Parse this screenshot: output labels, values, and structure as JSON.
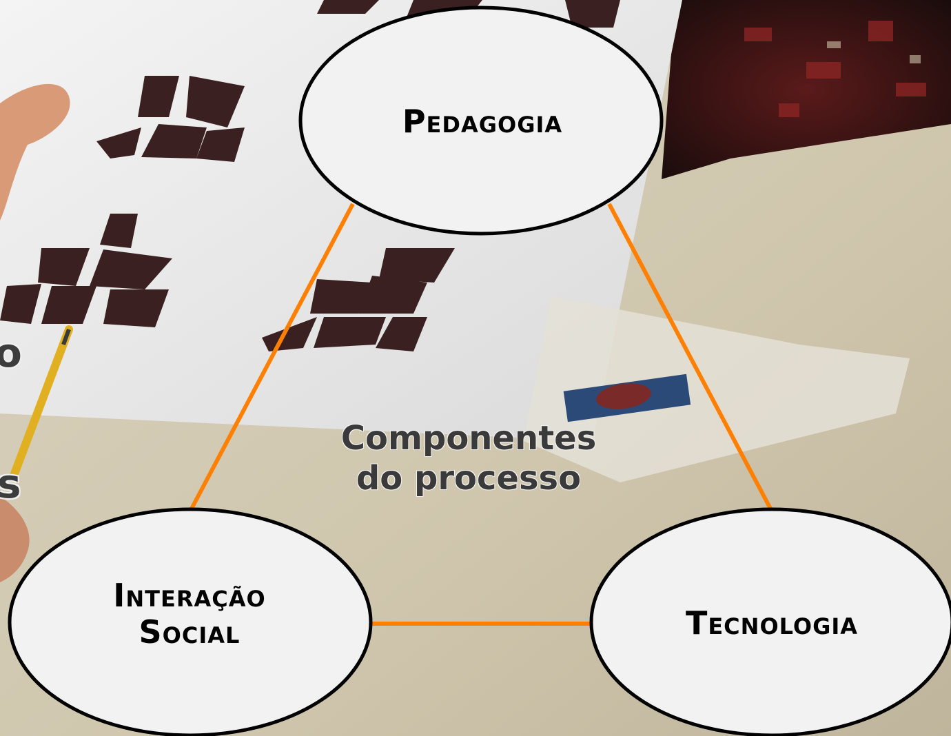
{
  "diagram": {
    "nodes": [
      {
        "id": "pedagogia",
        "label": "Pedagogia"
      },
      {
        "id": "interacao",
        "label": "Interação\nSocial"
      },
      {
        "id": "tecnologia",
        "label": "Tecnologia"
      }
    ],
    "edges": [
      {
        "from": "pedagogia",
        "to": "interacao"
      },
      {
        "from": "pedagogia",
        "to": "tecnologia"
      },
      {
        "from": "interacao",
        "to": "tecnologia"
      }
    ],
    "center_label_line1": "Componentes",
    "center_label_line2": "do processo"
  },
  "background_text": {
    "fragment_1": "o",
    "fragment_2": "s"
  },
  "colors": {
    "edge": "#ff8000",
    "node_fill": "#f2f2f2",
    "node_stroke": "#000000",
    "center_text": "#3a3a3a"
  }
}
